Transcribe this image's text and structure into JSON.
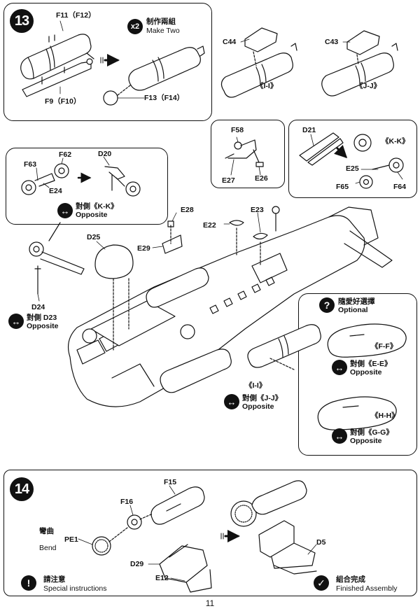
{
  "step13": {
    "number": "13",
    "make_two": {
      "multiplier": "x2",
      "zh": "制作兩組",
      "en": "Make Two"
    },
    "parts": {
      "f11": "F11（F12）",
      "f9": "F9（F10）",
      "f13": "F13（F14）",
      "c44": "C44",
      "c43": "C43",
      "ii": "《I-I》",
      "jj": "《J-J》",
      "f58": "F58",
      "e27": "E27",
      "e26": "E26",
      "d21": "D21",
      "kk": "《K-K》",
      "e25": "E25",
      "f65": "F65",
      "f64": "F64",
      "f63": "F63",
      "f62": "F62",
      "d20": "D20",
      "e24": "E24",
      "e28": "E28",
      "e22": "E22",
      "e23": "E23",
      "e29": "E29",
      "d25": "D25",
      "d24": "D24",
      "ii_bottom": "《I-I》"
    },
    "opposite_kk": {
      "zh": "對側《K-K》",
      "en": "Opposite"
    },
    "opposite_d23": {
      "zh": "對側 D23",
      "en": "Opposite"
    },
    "opposite_jj": {
      "zh": "對側《J-J》",
      "en": "Opposite"
    },
    "optional": {
      "zh": "隨愛好選擇",
      "en": "Optional",
      "ff": "《F-F》",
      "opposite_ee": {
        "zh": "對側《E-E》",
        "en": "Opposite"
      },
      "hh": "《H-H》",
      "opposite_gg": {
        "zh": "對側《G-G》",
        "en": "Opposite"
      }
    }
  },
  "step14": {
    "number": "14",
    "parts": {
      "f15": "F15",
      "f16": "F16",
      "pe1": "PE1",
      "d29": "D29",
      "e12": "E12",
      "d5": "D5"
    },
    "bend": {
      "zh": "彎曲",
      "en": "Bend"
    },
    "special": {
      "zh": "請注意",
      "en": "Special instructions"
    },
    "finished": {
      "zh": "組合完成",
      "en": "Finished Assembly"
    }
  },
  "page_number": "11",
  "icons": {
    "opposite": "double-arrow-icon",
    "optional": "question-icon",
    "special": "exclamation-icon",
    "finished": "checkmark-icon",
    "flow": "arrow-right-icon"
  }
}
